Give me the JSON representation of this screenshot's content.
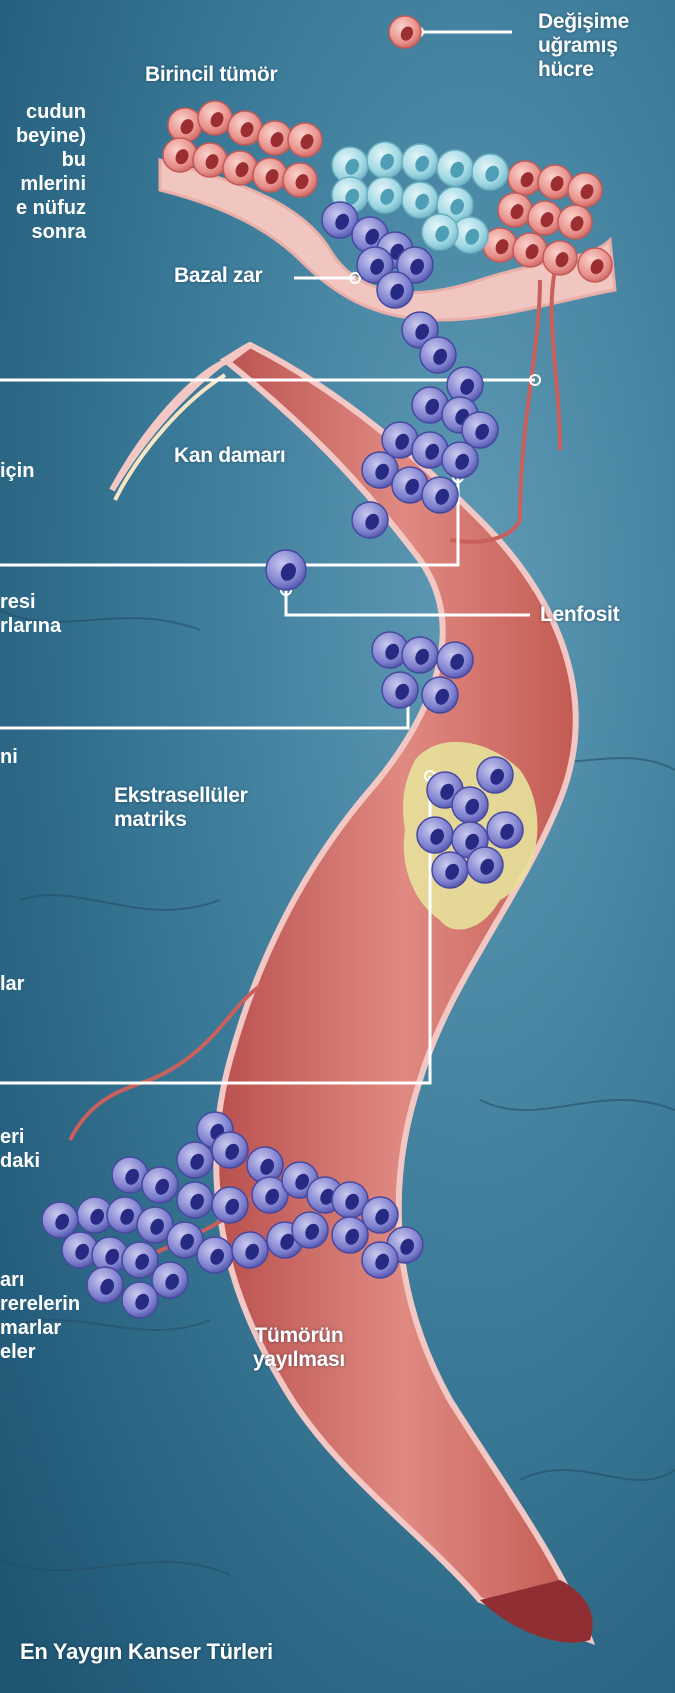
{
  "labels": {
    "changed_cell": [
      "Değişime",
      "uğramış",
      "hücre"
    ],
    "primary_tumor": "Birincil tümör",
    "basal_membrane": "Bazal zar",
    "blood_vessel": "Kan damarı",
    "lymphocyte": "Lenfosit",
    "extracellular_matrix": [
      "Ekstrasellüler",
      "matriks"
    ],
    "tumor_spread": [
      "Tümörün",
      "yayılması"
    ],
    "footer_title": "En Yaygın Kanser Türleri"
  },
  "cut_text": {
    "block1": [
      "cudun",
      "beyine)",
      "bu",
      "mlerini",
      "e nüfuz",
      "sonra"
    ],
    "block2": [
      "için"
    ],
    "block3": [
      "resi",
      "rlarına"
    ],
    "block4": [
      "ni"
    ],
    "block5": [
      "lar"
    ],
    "block6": [
      "eri",
      "daki"
    ],
    "block7": [
      "arı",
      "rerelerin",
      "marlar",
      "eler"
    ]
  },
  "colors": {
    "background": "#2f6d8a",
    "vessel_wall": "#c9605c",
    "vessel_inner": "#d9776f",
    "tumor_cell": "#6e6fc0",
    "tumor_nucleus": "#2b2f86",
    "normal_cell": "#e78f8c",
    "blue_cell": "#9fd7e2",
    "matrix": "#e7e29b",
    "callout_line": "#ffffff"
  }
}
